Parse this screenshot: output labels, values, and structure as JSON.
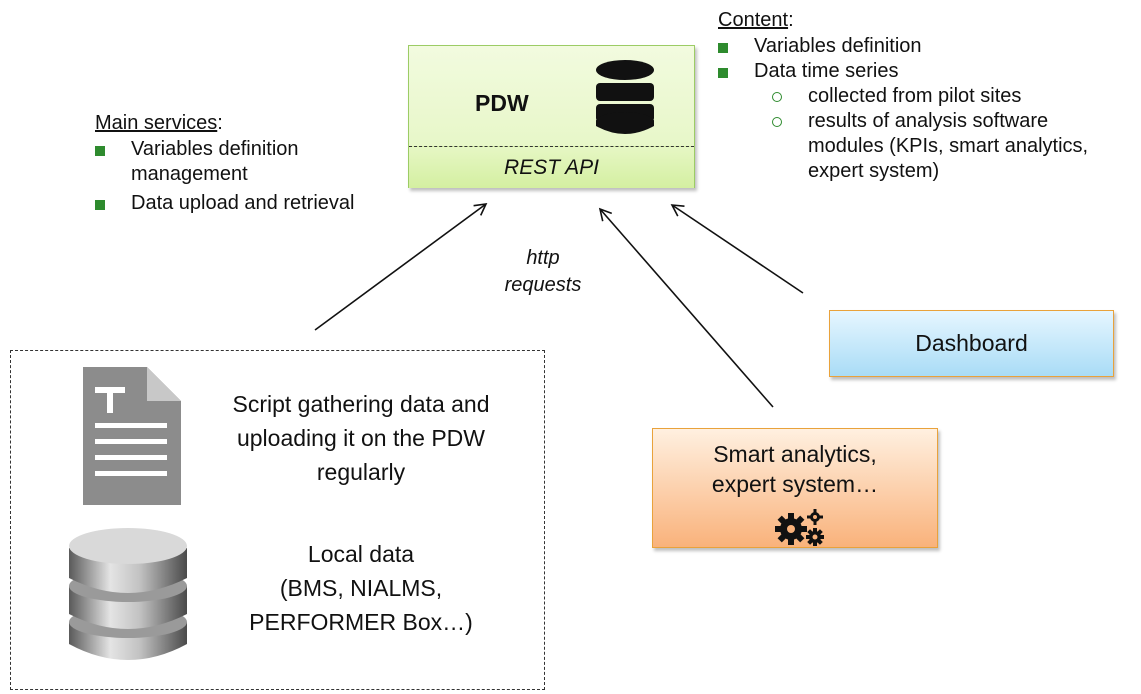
{
  "pdw": {
    "title": "PDW",
    "api_label": "REST API"
  },
  "main_services": {
    "heading": "Main services",
    "colon": ":",
    "items": [
      "Variables definition management",
      "Data upload and retrieval"
    ]
  },
  "content": {
    "heading": "Content",
    "colon": ":",
    "items": [
      "Variables definition",
      "Data time series"
    ],
    "subitems": [
      "collected from pilot sites",
      "results of analysis software modules (KPIs, smart analytics, expert  system)"
    ]
  },
  "http_label": {
    "line1": "http",
    "line2": "requests"
  },
  "local": {
    "script_line1": "Script gathering data and",
    "script_line2": "uploading it on the PDW",
    "script_line3": "regularly",
    "data_line1": "Local data",
    "data_line2": "(BMS, NIALMS,",
    "data_line3": "PERFORMER Box…)"
  },
  "dashboard": {
    "label": "Dashboard"
  },
  "smart_analytics": {
    "line1": "Smart analytics,",
    "line2": "expert system…"
  },
  "colors": {
    "bullet_green": "#2e8b2e",
    "pdw_fill": "#e3f5bf",
    "dashboard_fill": "#a9dcf6",
    "analytics_fill": "#f9b27b",
    "box_border_orange": "#e9a23b"
  },
  "icons": {
    "pdw": "database-icon",
    "script": "text-document-icon",
    "local": "database-icon",
    "analytics": "gears-icon"
  }
}
